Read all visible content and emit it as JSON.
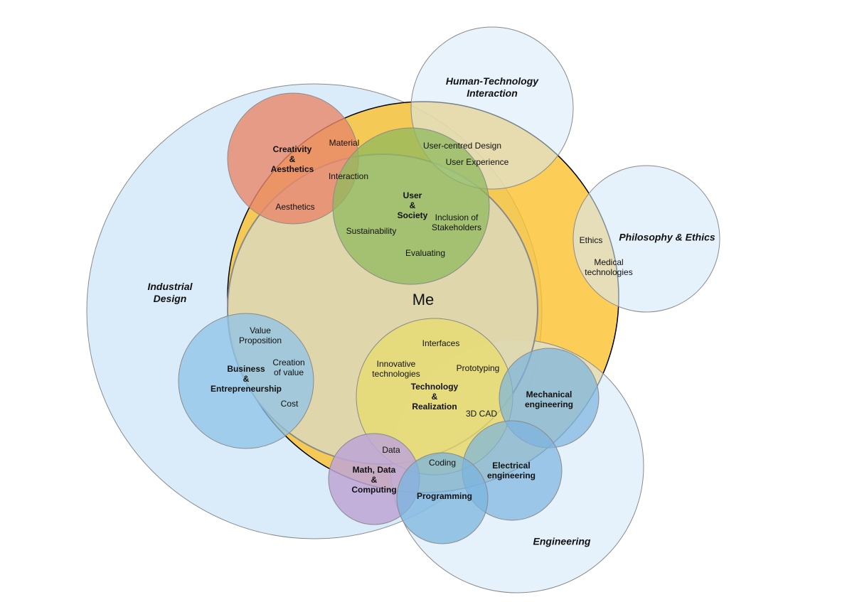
{
  "center_label": "Me",
  "fields": {
    "industrial_design": "Industrial\nDesign",
    "human_technology_interaction": "Human-Technology\nInteraction",
    "philosophy_ethics": "Philosophy & Ethics",
    "engineering": "Engineering"
  },
  "competencies": {
    "creativity": "Creativity\n&\nAesthetics",
    "user_society": "User\n&\nSociety",
    "business": "Business\n&\nEntrepreneurship",
    "technology": "Technology\n&\nRealization",
    "math": "Math, Data\n&\nComputing"
  },
  "engineering_subfields": {
    "mechanical": "Mechanical\nengineering",
    "electrical": "Electrical\nengineering",
    "programming": "Programming"
  },
  "topics": {
    "material": "Material",
    "interaction": "Interaction",
    "aesthetics": "Aesthetics",
    "user_centred_design": "User-centred Design",
    "user_experience": "User Experience",
    "inclusion": "Inclusion of\nStakeholders",
    "sustainability": "Sustainability",
    "evaluating": "Evaluating",
    "ethics": "Ethics",
    "medical": "Medical\ntechnologies",
    "value_proposition": "Value\nProposition",
    "creation_of_value": "Creation\nof value",
    "cost": "Cost",
    "interfaces": "Interfaces",
    "innovative": "Innovative\ntechnologies",
    "prototyping": "Prototyping",
    "cad": "3D CAD",
    "data": "Data",
    "coding": "Coding"
  },
  "colors": {
    "field_fill": "#d6eaf8",
    "me_ring": "#fbc02d",
    "me_inner": "#ddd8b0",
    "creativity": "#e8876a",
    "user_society": "#8fba5c",
    "business": "#8ec3e8",
    "technology": "#e8dc6c",
    "math": "#bda6d6",
    "engineering_blue": "#7ab4de"
  }
}
